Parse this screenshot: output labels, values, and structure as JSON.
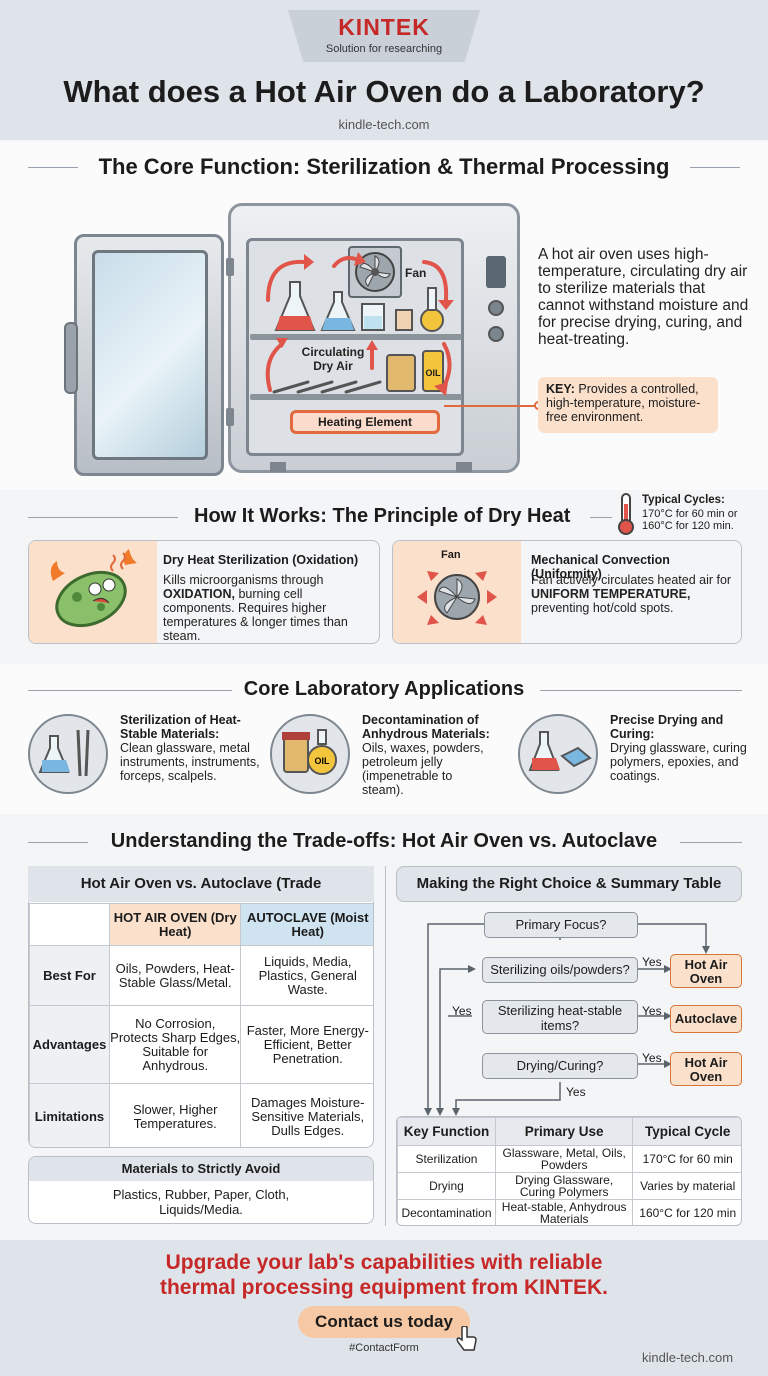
{
  "brand": {
    "name": "KINTEK",
    "tagline": "Solution for researching"
  },
  "header": {
    "title": "What does a Hot Air Oven do a Laboratory?",
    "site": "kindle-tech.com"
  },
  "core": {
    "title": "The Core Function: Sterilization & Thermal Processing",
    "oven_labels": {
      "fan": "Fan",
      "air": "Circulating Dry Air",
      "heater": "Heating Element",
      "oil": "OIL"
    },
    "intro": "A hot air oven uses high-temperature, circulating dry air to sterilize materials that cannot withstand moisture and for precise drying, curing, and heat-treating.",
    "key_label": "KEY:",
    "key_text": "Provides a controlled, high-temperature, moisture-free environment."
  },
  "how": {
    "title": "How It Works: The Principle of Dry Heat",
    "cycles_title": "Typical Cycles:",
    "cycles_text": "170°C for 60 min or 160°C for 120 min.",
    "card1": {
      "title": "Dry Heat Sterilization (Oxidation)",
      "t1": "Kills microorganisms through ",
      "bold": "OXIDATION,",
      "t2": " burning cell components. Requires higher temperatures & longer times than steam."
    },
    "card2": {
      "fan": "Fan",
      "title": "Mechanical Convection (Uniformity)",
      "t1": "Fan actively circulates heated air for ",
      "bold": "UNIFORM TEMPERATURE,",
      "t2": " preventing hot/cold spots."
    }
  },
  "apps": {
    "title": "Core Laboratory Applications",
    "items": [
      {
        "title": "Sterilization of Heat-Stable Materials:",
        "text": "Clean glassware, metal instruments, instruments, forceps, scalpels."
      },
      {
        "title": "Decontamination of Anhydrous Materials:",
        "text": "Oils, waxes, powders, petroleum jelly (impenetrable to steam).",
        "oil": "OIL"
      },
      {
        "title": "Precise Drying and Curing:",
        "text": "Drying glassware, curing polymers, epoxies, and coatings."
      }
    ]
  },
  "tradeoffs": {
    "title": "Understanding the Trade-offs: Hot Air Oven vs. Autoclave",
    "table_title": "Hot Air Oven vs. Autoclave (Trade",
    "col1": "HOT AIR OVEN (Dry Heat)",
    "col2": "AUTOCLAVE (Moist Heat)",
    "rows": [
      {
        "label": "Best For",
        "oven": "Oils, Powders, Heat-Stable Glass/Metal.",
        "auto": "Liquids, Media, Plastics, General Waste."
      },
      {
        "label": "Advantages",
        "oven": "No Corrosion, Protects Sharp Edges, Suitable for Anhydrous.",
        "auto": "Faster, More Energy-Efficient, Better Penetration."
      },
      {
        "label": "Limitations",
        "oven": "Slower, Higher Temperatures.",
        "auto": "Damages Moisture-Sensitive Materials, Dulls Edges."
      }
    ],
    "avoid_title": "Materials to Strictly Avoid",
    "avoid_text": "Plastics, Rubber, Paper, Cloth, Liquids/Media."
  },
  "choice": {
    "title": "Making the Right Choice & Summary Table",
    "q0": "Primary Focus?",
    "q1": "Sterilizing oils/powders?",
    "q2": "Sterilizing heat-stable items?",
    "q3": "Drying/Curing?",
    "r1": "Hot Air Oven",
    "r2": "Autoclave",
    "r3": "Hot Air Oven",
    "yes": "Yes",
    "summary_headers": [
      "Key Function",
      "Primary Use",
      "Typical Cycle"
    ],
    "summary_rows": [
      [
        "Sterilization",
        "Glassware, Metal, Oils, Powders",
        "170°C for 60 min"
      ],
      [
        "Drying",
        "Drying Glassware, Curing Polymers",
        "Varies by material"
      ],
      [
        "Decontamination",
        "Heat-stable, Anhydrous Materials",
        "160°C for 120 min"
      ]
    ]
  },
  "footer": {
    "cta": "Upgrade your lab's capabilities with reliable thermal processing equipment from KINTEK.",
    "button": "Contact us today",
    "tag": "#ContactForm",
    "site": "kindle-tech.com"
  },
  "colors": {
    "brand_red": "#c62828",
    "accent_orange": "#fbe1cc",
    "autoclave_blue": "#cfe3f0"
  }
}
